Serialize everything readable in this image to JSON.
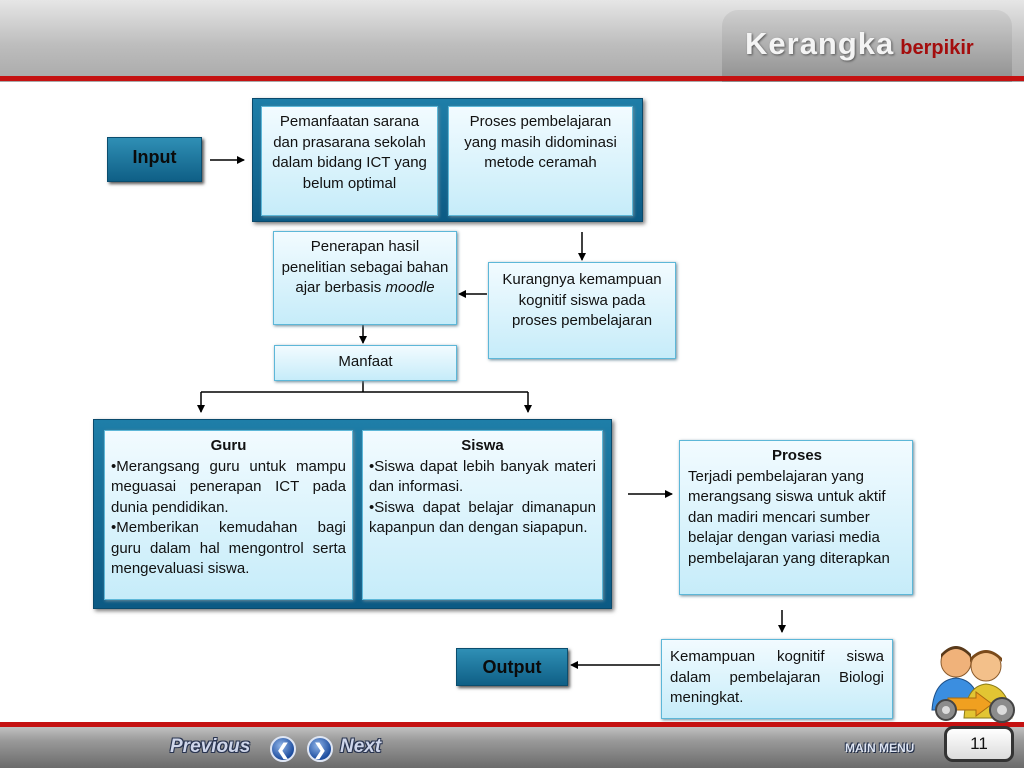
{
  "header": {
    "title_main": "Kerangka",
    "title_sub": "berpikir"
  },
  "diagram": {
    "input_label": "Input",
    "output_label": "Output",
    "box_sarana": "Pemanfaatan sarana dan prasarana sekolah dalam bidang ICT yang belum optimal",
    "box_proses_pembelajaran": "Proses pembelajaran yang masih didominasi  metode ceramah",
    "box_penerapan_text": "Penerapan hasil penelitian sebagai bahan ajar berbasis",
    "box_penerapan_italic": "moodle",
    "box_kurangnya": "Kurangnya kemampuan kognitif siswa pada proses pembelajaran",
    "box_manfaat": "Manfaat",
    "guru": {
      "heading": "Guru",
      "item1": "•Merangsang guru untuk mampu meguasai penerapan ICT pada dunia pendidikan.",
      "item2": "•Memberikan kemudahan bagi guru dalam hal mengontrol serta mengevaluasi siswa."
    },
    "siswa": {
      "heading": "Siswa",
      "item1": "•Siswa dapat lebih banyak materi dan informasi.",
      "item2": "•Siswa dapat belajar dimanapun kapanpun dan dengan siapapun."
    },
    "proses": {
      "heading": "Proses",
      "text": "Terjadi pembelajaran yang merangsang siswa untuk aktif dan madiri mencari sumber belajar dengan variasi media pembelajaran yang diterapkan"
    },
    "box_kemampuan": "Kemampuan kognitif siswa dalam pembelajaran Biologi meningkat."
  },
  "footer": {
    "previous_label": "Previous",
    "next_label": "Next",
    "main_menu_label": "MAIN MENU",
    "page_number": "11"
  },
  "colors": {
    "accent_red": "#c51111",
    "box_blue": "#1e7ea8",
    "box_fill": "#d6f1fb"
  },
  "icons": [
    "chevron-left-icon",
    "chevron-right-icon",
    "users-gear-icon"
  ]
}
